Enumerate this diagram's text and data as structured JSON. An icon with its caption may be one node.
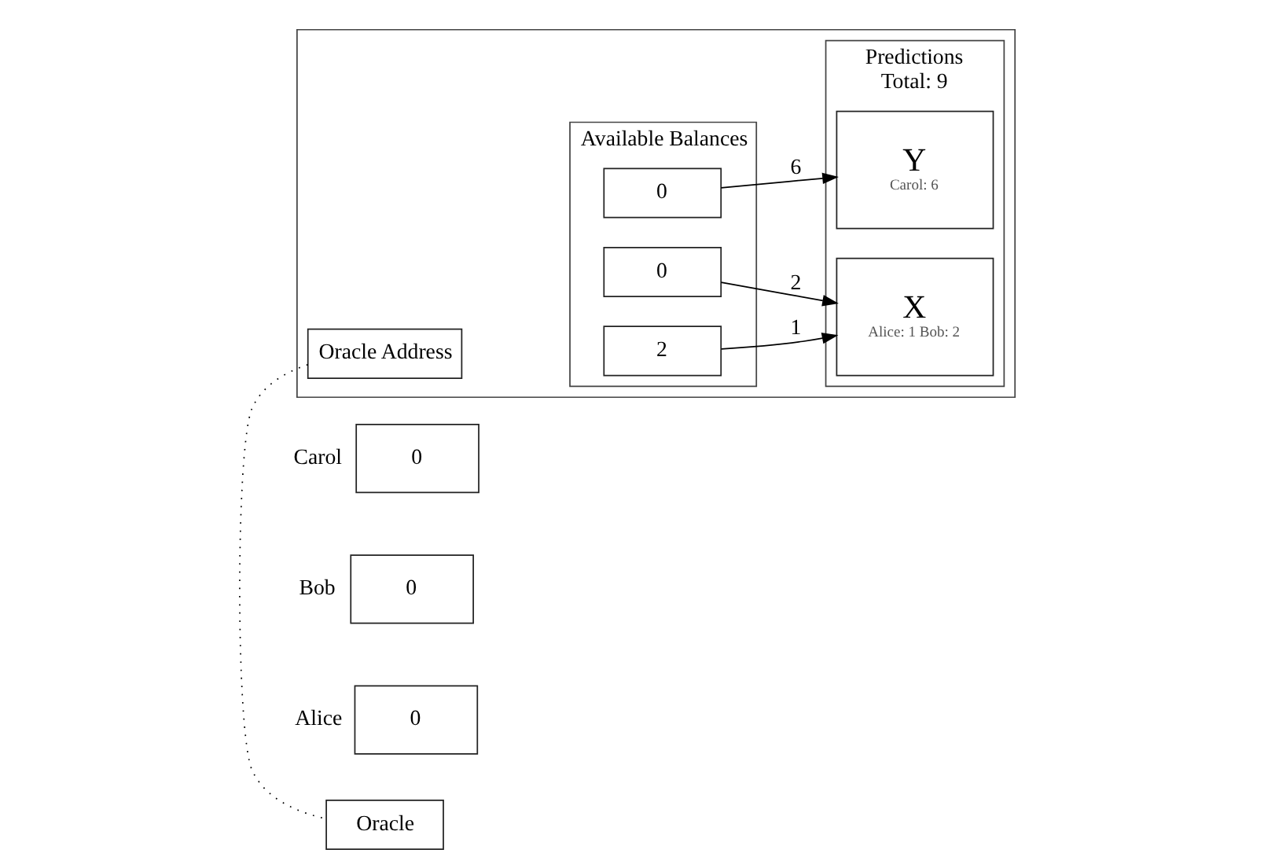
{
  "diagram": {
    "nodes": [
      {
        "text": [
          "0"
        ],
        "beside": [
          "Alice"
        ]
      },
      {
        "text": [
          "0"
        ],
        "beside": [
          "Bob"
        ]
      },
      {
        "text": [
          "0"
        ],
        "beside": [
          "Carol"
        ]
      },
      {
        "text": [],
        "shape": "box"
      },
      {
        "text": [
          "Available Balances"
        ],
        "in": 3
      },
      {
        "text": [
          "2"
        ],
        "in": 4
      },
      {
        "text": [
          "0"
        ],
        "in": 4
      },
      {
        "text": [
          "0"
        ],
        "in": 4
      },
      {
        "text": [
          "Predictions",
          "Total: 9"
        ],
        "in": 3
      },
      {
        "text": [
          "X",
          "Alice: 1 Bob: 2"
        ],
        "in": 8
      },
      {
        "text": [
          "Y",
          "Carol: 6"
        ],
        "in": 8
      },
      {
        "text": [
          "Oracle Address"
        ],
        "in": 3
      },
      {
        "text": [
          "Oracle"
        ]
      }
    ],
    "edges": [
      {
        "from": 5,
        "to": 9,
        "arrow": "to",
        "label": "1"
      },
      {
        "from": 6,
        "to": 9,
        "arrow": "to",
        "label": "2"
      },
      {
        "from": 7,
        "to": 10,
        "arrow": "to",
        "label": "6"
      },
      {
        "from": 11,
        "to": 12,
        "arrow": "none",
        "style": "dashed"
      }
    ]
  }
}
